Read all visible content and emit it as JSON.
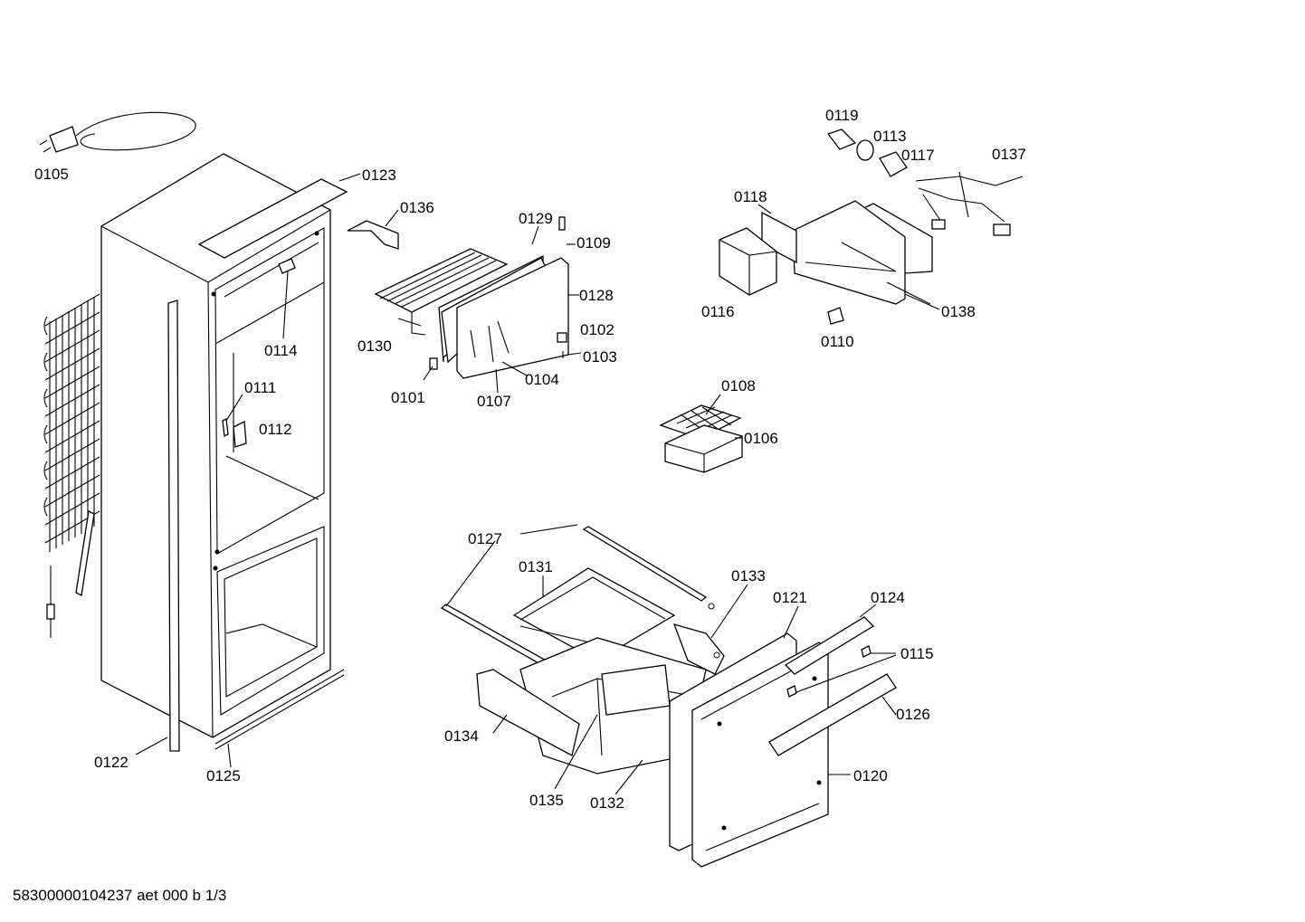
{
  "footer": "58300000104237 aet 000 b 1/3",
  "colors": {
    "line": "#000000",
    "background": "#ffffff"
  },
  "parts": [
    {
      "id": "p0105",
      "label": "0105"
    },
    {
      "id": "p0123",
      "label": "0123"
    },
    {
      "id": "p0136",
      "label": "0136"
    },
    {
      "id": "p0129",
      "label": "0129"
    },
    {
      "id": "p0109",
      "label": "0109"
    },
    {
      "id": "p0128",
      "label": "0128"
    },
    {
      "id": "p0102",
      "label": "0102"
    },
    {
      "id": "p0103",
      "label": "0103"
    },
    {
      "id": "p0104",
      "label": "0104"
    },
    {
      "id": "p0107",
      "label": "0107"
    },
    {
      "id": "p0101",
      "label": "0101"
    },
    {
      "id": "p0130",
      "label": "0130"
    },
    {
      "id": "p0114",
      "label": "0114"
    },
    {
      "id": "p0111",
      "label": "0111"
    },
    {
      "id": "p0112",
      "label": "0112"
    },
    {
      "id": "p0122",
      "label": "0122"
    },
    {
      "id": "p0125",
      "label": "0125"
    },
    {
      "id": "p0119",
      "label": "0119"
    },
    {
      "id": "p0113",
      "label": "0113"
    },
    {
      "id": "p0117",
      "label": "0117"
    },
    {
      "id": "p0137",
      "label": "0137"
    },
    {
      "id": "p0118",
      "label": "0118"
    },
    {
      "id": "p0116",
      "label": "0116"
    },
    {
      "id": "p0110",
      "label": "0110"
    },
    {
      "id": "p0138",
      "label": "0138"
    },
    {
      "id": "p0108",
      "label": "0108"
    },
    {
      "id": "p0106",
      "label": "0106"
    },
    {
      "id": "p0127",
      "label": "0127"
    },
    {
      "id": "p0131",
      "label": "0131"
    },
    {
      "id": "p0133",
      "label": "0133"
    },
    {
      "id": "p0121",
      "label": "0121"
    },
    {
      "id": "p0124",
      "label": "0124"
    },
    {
      "id": "p0115",
      "label": "0115"
    },
    {
      "id": "p0126",
      "label": "0126"
    },
    {
      "id": "p0134",
      "label": "0134"
    },
    {
      "id": "p0135",
      "label": "0135"
    },
    {
      "id": "p0132",
      "label": "0132"
    },
    {
      "id": "p0120",
      "label": "0120"
    }
  ]
}
